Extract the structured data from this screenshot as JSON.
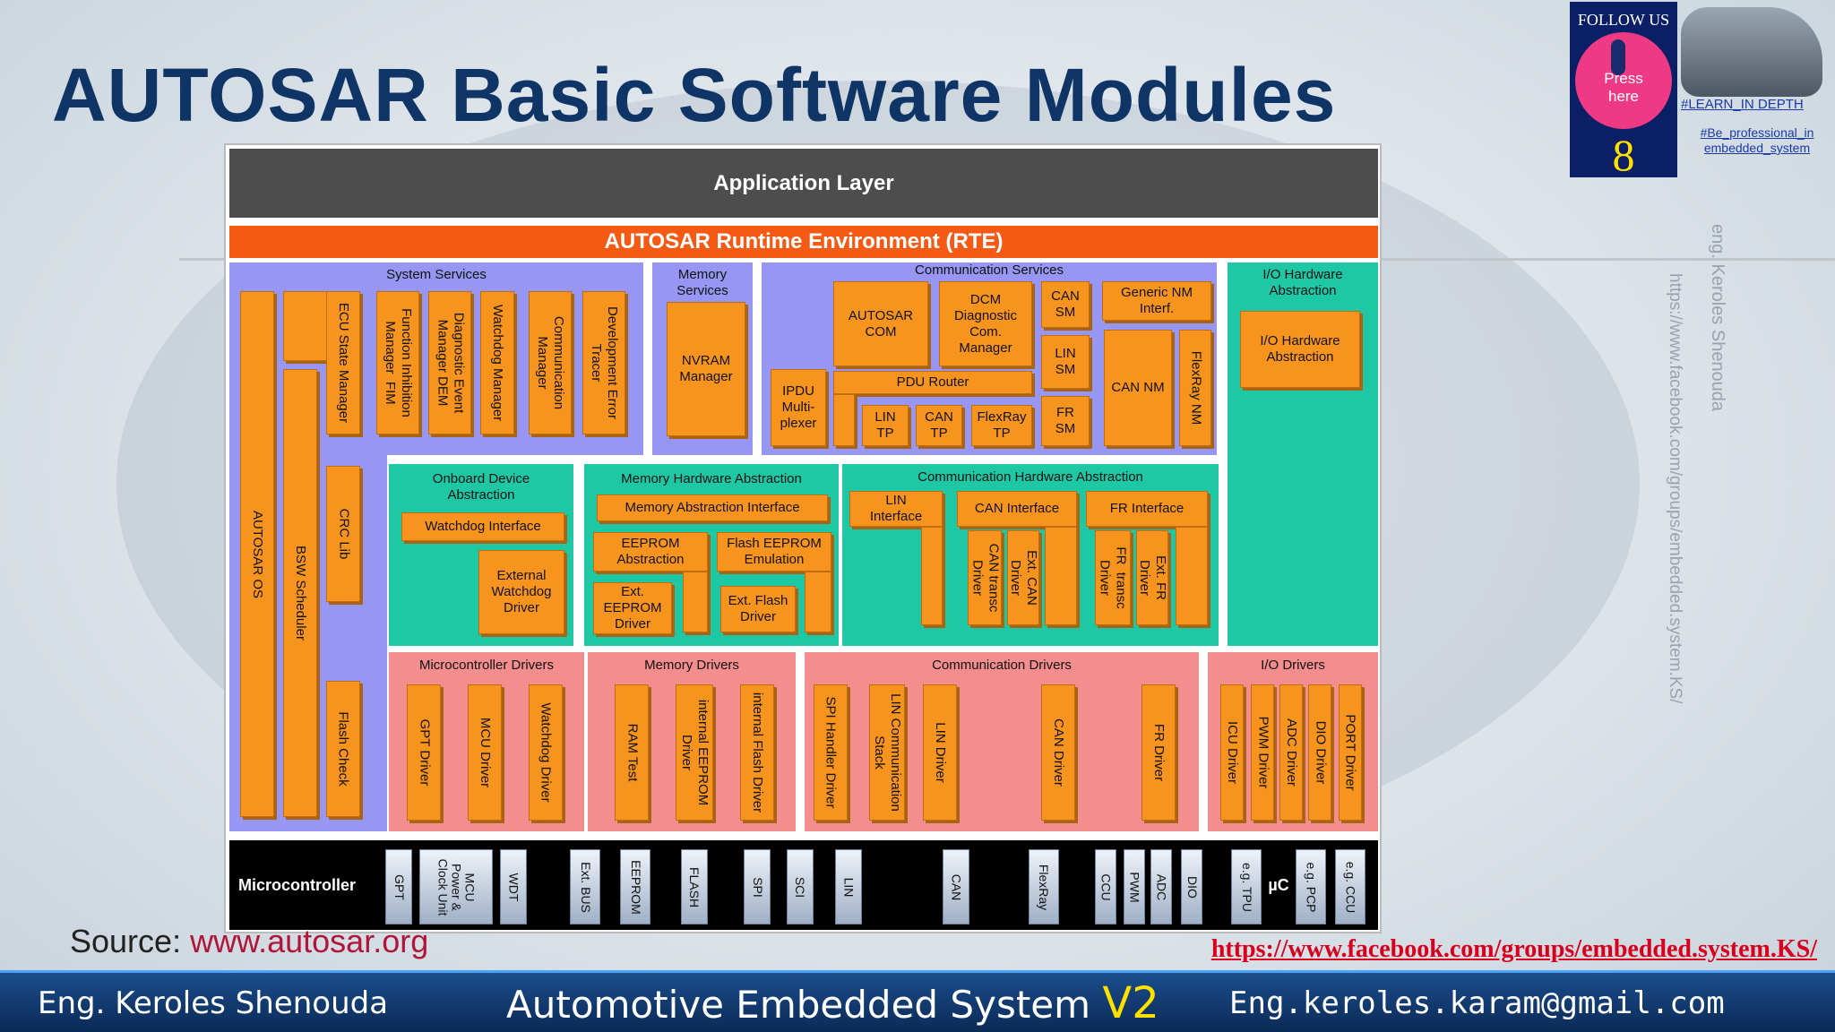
{
  "title": "AUTOSAR Basic Software Modules",
  "application_layer": "Application Layer",
  "rte": "AUTOSAR Runtime Environment (RTE)",
  "groups": {
    "system_services": "System Services",
    "memory_services": "Memory\nServices",
    "communication_services": "Communication Services",
    "io_hw_abstraction": "I/O Hardware\nAbstraction",
    "onboard_device_abstraction": "Onboard Device\nAbstraction",
    "memory_hw_abstraction": "Memory Hardware Abstraction",
    "communication_hw_abstraction": "Communication Hardware Abstraction",
    "microcontroller_drivers": "Microcontroller Drivers",
    "memory_drivers": "Memory Drivers",
    "communication_drivers": "Communication Drivers",
    "io_drivers": "I/O Drivers"
  },
  "modules": {
    "autosar_os": "AUTOSAR OS",
    "bsw_scheduler": "BSW Scheduler",
    "ecu_state_manager": "ECU State Manager",
    "function_inhibition": "Function Inhibition\nManager  FIM",
    "diagnostic_event": "Diagnostic Event\nManager DEM",
    "watchdog_manager": "Watchdog Manager",
    "communication_manager": "Communication\nManager",
    "development_error_tracer": "Development Error\nTracer",
    "crc_lib": "CRC Lib",
    "flash_check": "Flash Check",
    "nvram_manager": "NVRAM\nManager",
    "autosar_com": "AUTOSAR\nCOM",
    "dcm": "DCM\nDiagnostic\nCom.\nManager",
    "can_sm": "CAN\nSM",
    "lin_sm": "LIN\nSM",
    "fr_sm": "FR\nSM",
    "generic_nm": "Generic NM\nInterf.",
    "can_nm": "CAN NM",
    "flexray_nm": "FlexRay NM",
    "ipdu_multiplexer": "IPDU\nMulti-\nplexer",
    "pdu_router": "PDU Router",
    "lin_tp": "LIN\nTP",
    "can_tp": "CAN\nTP",
    "flexray_tp": "FlexRay\nTP",
    "io_hw_abstraction": "I/O Hardware\nAbstraction",
    "watchdog_interface": "Watchdog Interface",
    "external_watchdog_driver": "External\nWatchdog\nDriver",
    "memory_abstraction_interface": "Memory Abstraction Interface",
    "eeprom_abstraction": "EEPROM\nAbstraction",
    "flash_eeprom_emulation": "Flash EEPROM\nEmulation",
    "ext_eeprom_driver": "Ext.\nEEPROM\nDriver",
    "ext_flash_driver": "Ext. Flash\nDriver",
    "lin_interface": "LIN\nInterface",
    "can_interface": "CAN Interface",
    "can_transceiver_driver": "CAN transc\nDriver",
    "ext_can_driver": "Ext. CAN\nDriver",
    "fr_interface": "FR Interface",
    "fr_transceiver_driver": "FR  transc\nDriver",
    "ext_fr_driver": "Ext. FR\nDriver",
    "gpt_driver": "GPT Driver",
    "mcu_driver": "MCU Driver",
    "watchdog_driver": "Watchdog Driver",
    "ram_test": "RAM Test",
    "internal_eeprom_driver": "internal EEPROM\nDriver",
    "internal_flash_driver": "internal Flash Driver",
    "spi_handler_driver": "SPI Handler Driver",
    "lin_communication_stack": "LIN Communication\nStack",
    "lin_driver": "LIN Driver",
    "can_driver": "CAN Driver",
    "fr_driver": "FR Driver",
    "icu_driver": "ICU Driver",
    "pwm_driver": "PWM Driver",
    "adc_driver": "ADC Driver",
    "dio_driver": "DIO Driver",
    "port_driver": "PORT Driver"
  },
  "microcontroller": {
    "label": "Microcontroller",
    "uc": "µC",
    "chips": [
      "GPT",
      "MCU\nPower &\nClock Unit",
      "WDT",
      "Ext. BUS",
      "EEPROM",
      "FLASH",
      "SPI",
      "SCI",
      "LIN",
      "CAN",
      "FlexRay",
      "CCU",
      "PWM",
      "ADC",
      "DIO",
      "e.g. TPU",
      "e.g. PCP",
      "e.g. CCU"
    ]
  },
  "source_label": "Source:",
  "source_url": "www.autosar.org",
  "facebook_link": "https://www.facebook.com/groups/embedded.system.KS/",
  "watermark_name": "eng. Keroles Shenouda",
  "watermark_url": "https://www.facebook.com/groups/embedded.system.KS/",
  "badge": {
    "follow": "FOLLOW US",
    "press": "Press\nhere",
    "number": "8",
    "tag1": "#LEARN_IN DEPTH",
    "tag2": "#Be_professional_in\nembedded_system"
  },
  "footer": {
    "author": "Eng. Keroles Shenouda",
    "course": "Automotive Embedded System",
    "version": "V2",
    "email": "Eng.keroles.karam@gmail.com"
  }
}
